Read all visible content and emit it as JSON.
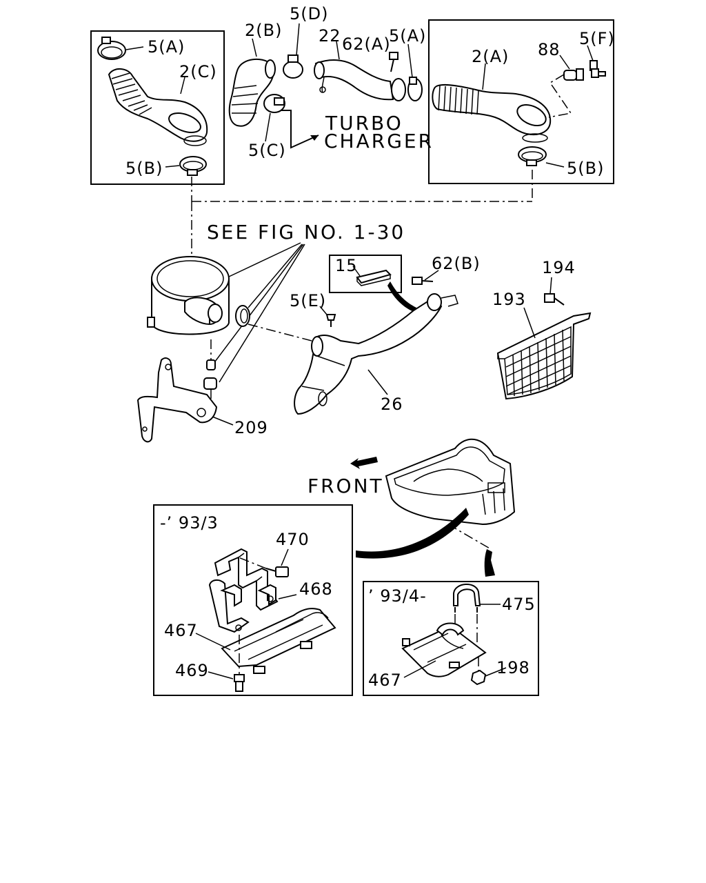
{
  "labels": {
    "l_5A_left": "5(A)",
    "l_2C": "2(C)",
    "l_5B_left": "5(B)",
    "l_2B": "2(B)",
    "l_5D": "5(D)",
    "l_22": "22",
    "l_62A": "62(A)",
    "l_5A_mid": "5(A)",
    "l_5C": "5(C)",
    "l_turbo": "TURBO",
    "l_charger": "CHARGER",
    "l_88": "88",
    "l_5F": "5(F)",
    "l_2A": "2(A)",
    "l_5B_right": "5(B)",
    "l_seefig": "SEE FIG NO. 1-30",
    "l_15": "15",
    "l_62B": "62(B)",
    "l_5E": "5(E)",
    "l_26": "26",
    "l_194": "194",
    "l_193": "193",
    "l_209": "209",
    "l_front": "FRONT",
    "l_93_3": "-’ 93/3",
    "l_470": "470",
    "l_468": "468",
    "l_467_left": "467",
    "l_469": "469",
    "l_93_4": "’ 93/4-",
    "l_475": "475",
    "l_467_right": "467",
    "l_198": "198"
  }
}
